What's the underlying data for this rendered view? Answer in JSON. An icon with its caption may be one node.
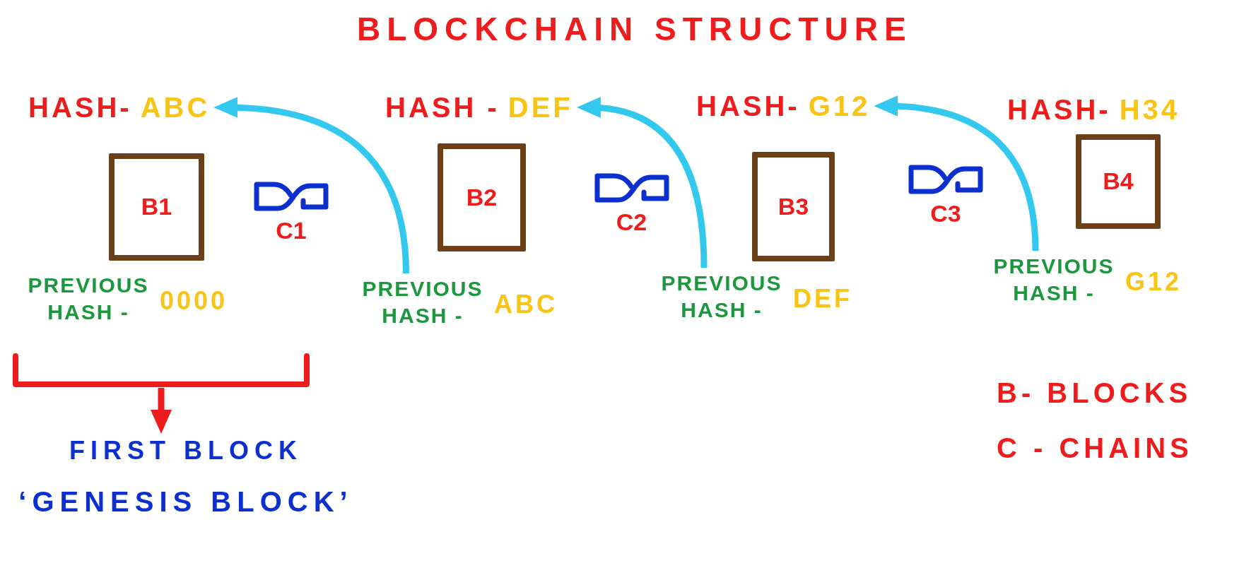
{
  "diagram": {
    "title": "BLOCKCHAIN STRUCTURE",
    "nodes": [
      {
        "text": [
          "HASH-",
          "ABC"
        ]
      },
      {
        "text": [
          "HASH -",
          "DEF"
        ]
      },
      {
        "text": [
          "HASH-",
          "G12"
        ]
      },
      {
        "text": [
          "HASH-",
          "H34"
        ]
      },
      {
        "text": [
          "B1"
        ]
      },
      {
        "text": [
          "C1"
        ]
      },
      {
        "text": [
          "B2"
        ]
      },
      {
        "text": [
          "C2"
        ]
      },
      {
        "text": [
          "B3"
        ]
      },
      {
        "text": [
          "C3"
        ]
      },
      {
        "text": [
          "B4"
        ]
      },
      {
        "text": [
          "PREVIOUS HASH -",
          "0000"
        ]
      },
      {
        "text": [
          "PREVIOUS HASH -",
          "ABC"
        ]
      },
      {
        "text": [
          "PREVIOUS HASH -",
          "DEF"
        ]
      },
      {
        "text": [
          "PREVIOUS HASH -",
          "G12"
        ]
      },
      {
        "text": [],
        "shape": "bracket"
      },
      {
        "text": [
          "FIRST BLOCK",
          "‘GENESIS BLOCK’"
        ]
      }
    ],
    "edges": [
      {
        "from": 12,
        "to": 0,
        "arrow": "to"
      },
      {
        "from": 13,
        "to": 1,
        "arrow": "to"
      },
      {
        "from": 14,
        "to": 2,
        "arrow": "to"
      },
      {
        "from": 15,
        "to": 16,
        "arrow": "to",
        "color": "#ee1c1c"
      }
    ],
    "labels": [
      "B- BLOCKS",
      "C - CHAINS"
    ]
  }
}
